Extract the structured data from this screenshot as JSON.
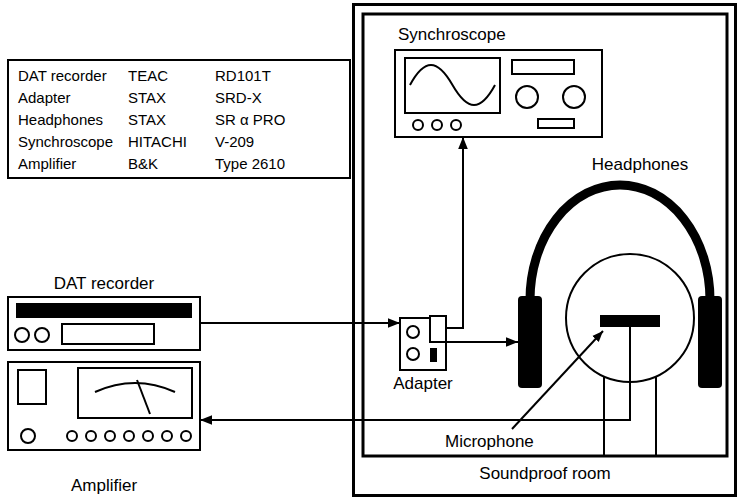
{
  "diagram": {
    "nodes": [
      {
        "text": [
          "Soundproof room"
        ]
      },
      {
        "text": [
          "Synchroscope"
        ],
        "in": 0
      },
      {
        "text": [
          "Headphones"
        ],
        "in": 0
      },
      {
        "text": [
          "Microphone"
        ],
        "in": 0
      },
      {
        "text": [
          "Adapter"
        ],
        "in": 0
      },
      {
        "text": [
          "DAT recorder"
        ]
      },
      {
        "text": [
          "Amplifier"
        ]
      }
    ],
    "edges": [
      {
        "from": 5,
        "to": 4,
        "arrow": "to"
      },
      {
        "from": 4,
        "to": 1,
        "arrow": "to"
      },
      {
        "from": 4,
        "to": 2,
        "arrow": "to"
      },
      {
        "from": 3,
        "to": 6,
        "arrow": "to"
      }
    ],
    "labels": [
      "DAT recorder",
      "TEAC",
      "RD101T",
      "Adapter",
      "STAX",
      "SRD-X",
      "Headphones",
      "STAX",
      "SR α PRO",
      "Synchroscope",
      "HITACHI",
      "V-209",
      "Amplifier",
      "B&K",
      "Type 2610"
    ]
  }
}
